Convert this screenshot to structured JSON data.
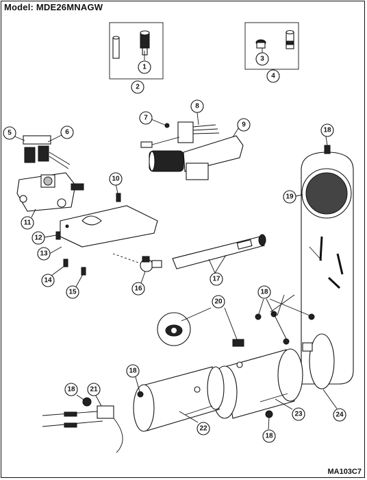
{
  "header": {
    "model_text": "Model:  MDE26MNAGW"
  },
  "footer": {
    "diagram_code": "MA103C7"
  },
  "callouts": [
    "1",
    "2",
    "3",
    "4",
    "5",
    "6",
    "7",
    "8",
    "9",
    "10",
    "11",
    "12",
    "13",
    "14",
    "15",
    "16",
    "17",
    "18",
    "19",
    "20",
    "21",
    "22",
    "23",
    "24"
  ]
}
